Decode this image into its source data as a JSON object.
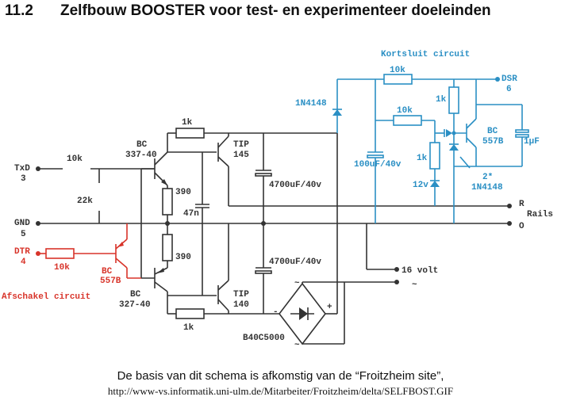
{
  "heading": {
    "number": "11.2",
    "title": "Zelfbouw BOOSTER voor test- en experimenteer doeleinden"
  },
  "schematic": {
    "colors": {
      "main": "#333333",
      "short_circuit": "#2a8fc4",
      "shutdown": "#d8342a"
    },
    "terminals": {
      "txd": {
        "name": "TxD",
        "pin": "3"
      },
      "gnd": {
        "name": "GND",
        "pin": "5"
      },
      "dtr": {
        "name": "DTR",
        "pin": "4"
      },
      "dsr": {
        "name": "DSR",
        "pin": "6"
      },
      "rails_r": "R",
      "rails_label": "Rails",
      "rails_o": "O",
      "supply": "16 volt",
      "ac_symbol": "~"
    },
    "resistors": {
      "r_txd": "10k",
      "r_bias": "22k",
      "r_dtr": "10k",
      "r_top_1k": "1k",
      "r_bottom_1k": "1k",
      "r_390_top": "390",
      "r_390_bottom": "390",
      "r_short_10k_top": "10k",
      "r_short_10k_mid": "10k",
      "r_short_1k_top": "1k",
      "r_short_1k_mid": "1k"
    },
    "transistors": {
      "q_driver_npn": {
        "line1": "BC",
        "line2": "337-40"
      },
      "q_driver_pnp": {
        "line1": "BC",
        "line2": "327-40"
      },
      "q_power_npn": {
        "line1": "TIP",
        "line2": "145"
      },
      "q_power_pnp": {
        "line1": "TIP",
        "line2": "140"
      },
      "q_shutdown": {
        "line1": "BC",
        "line2": "557B"
      },
      "q_short": {
        "line1": "BC",
        "line2": "557B"
      }
    },
    "capacitors": {
      "c_47n": "47n",
      "c_top": "4700uF/40v",
      "c_bottom": "4700uF/40v",
      "c_short": "100uF/40v",
      "c_1u": "1µF"
    },
    "diodes": {
      "d_top": "1N4148",
      "d_zener": "12v",
      "d_pair_line1": "2*",
      "d_pair_line2": "1N4148"
    },
    "bridge": {
      "label": "B40C5000",
      "minus": "-",
      "plus": "+",
      "ac": "~"
    },
    "circuit_labels": {
      "shutdown": "Afschakel circuit",
      "short": "Kortsluit circuit"
    }
  },
  "caption": {
    "line1": "De basis van dit schema is afkomstig van de “Froitzheim site”,",
    "line2": "http://www-vs.informatik.uni-ulm.de/Mitarbeiter/Froitzheim/delta/SELFBOST.GIF"
  }
}
